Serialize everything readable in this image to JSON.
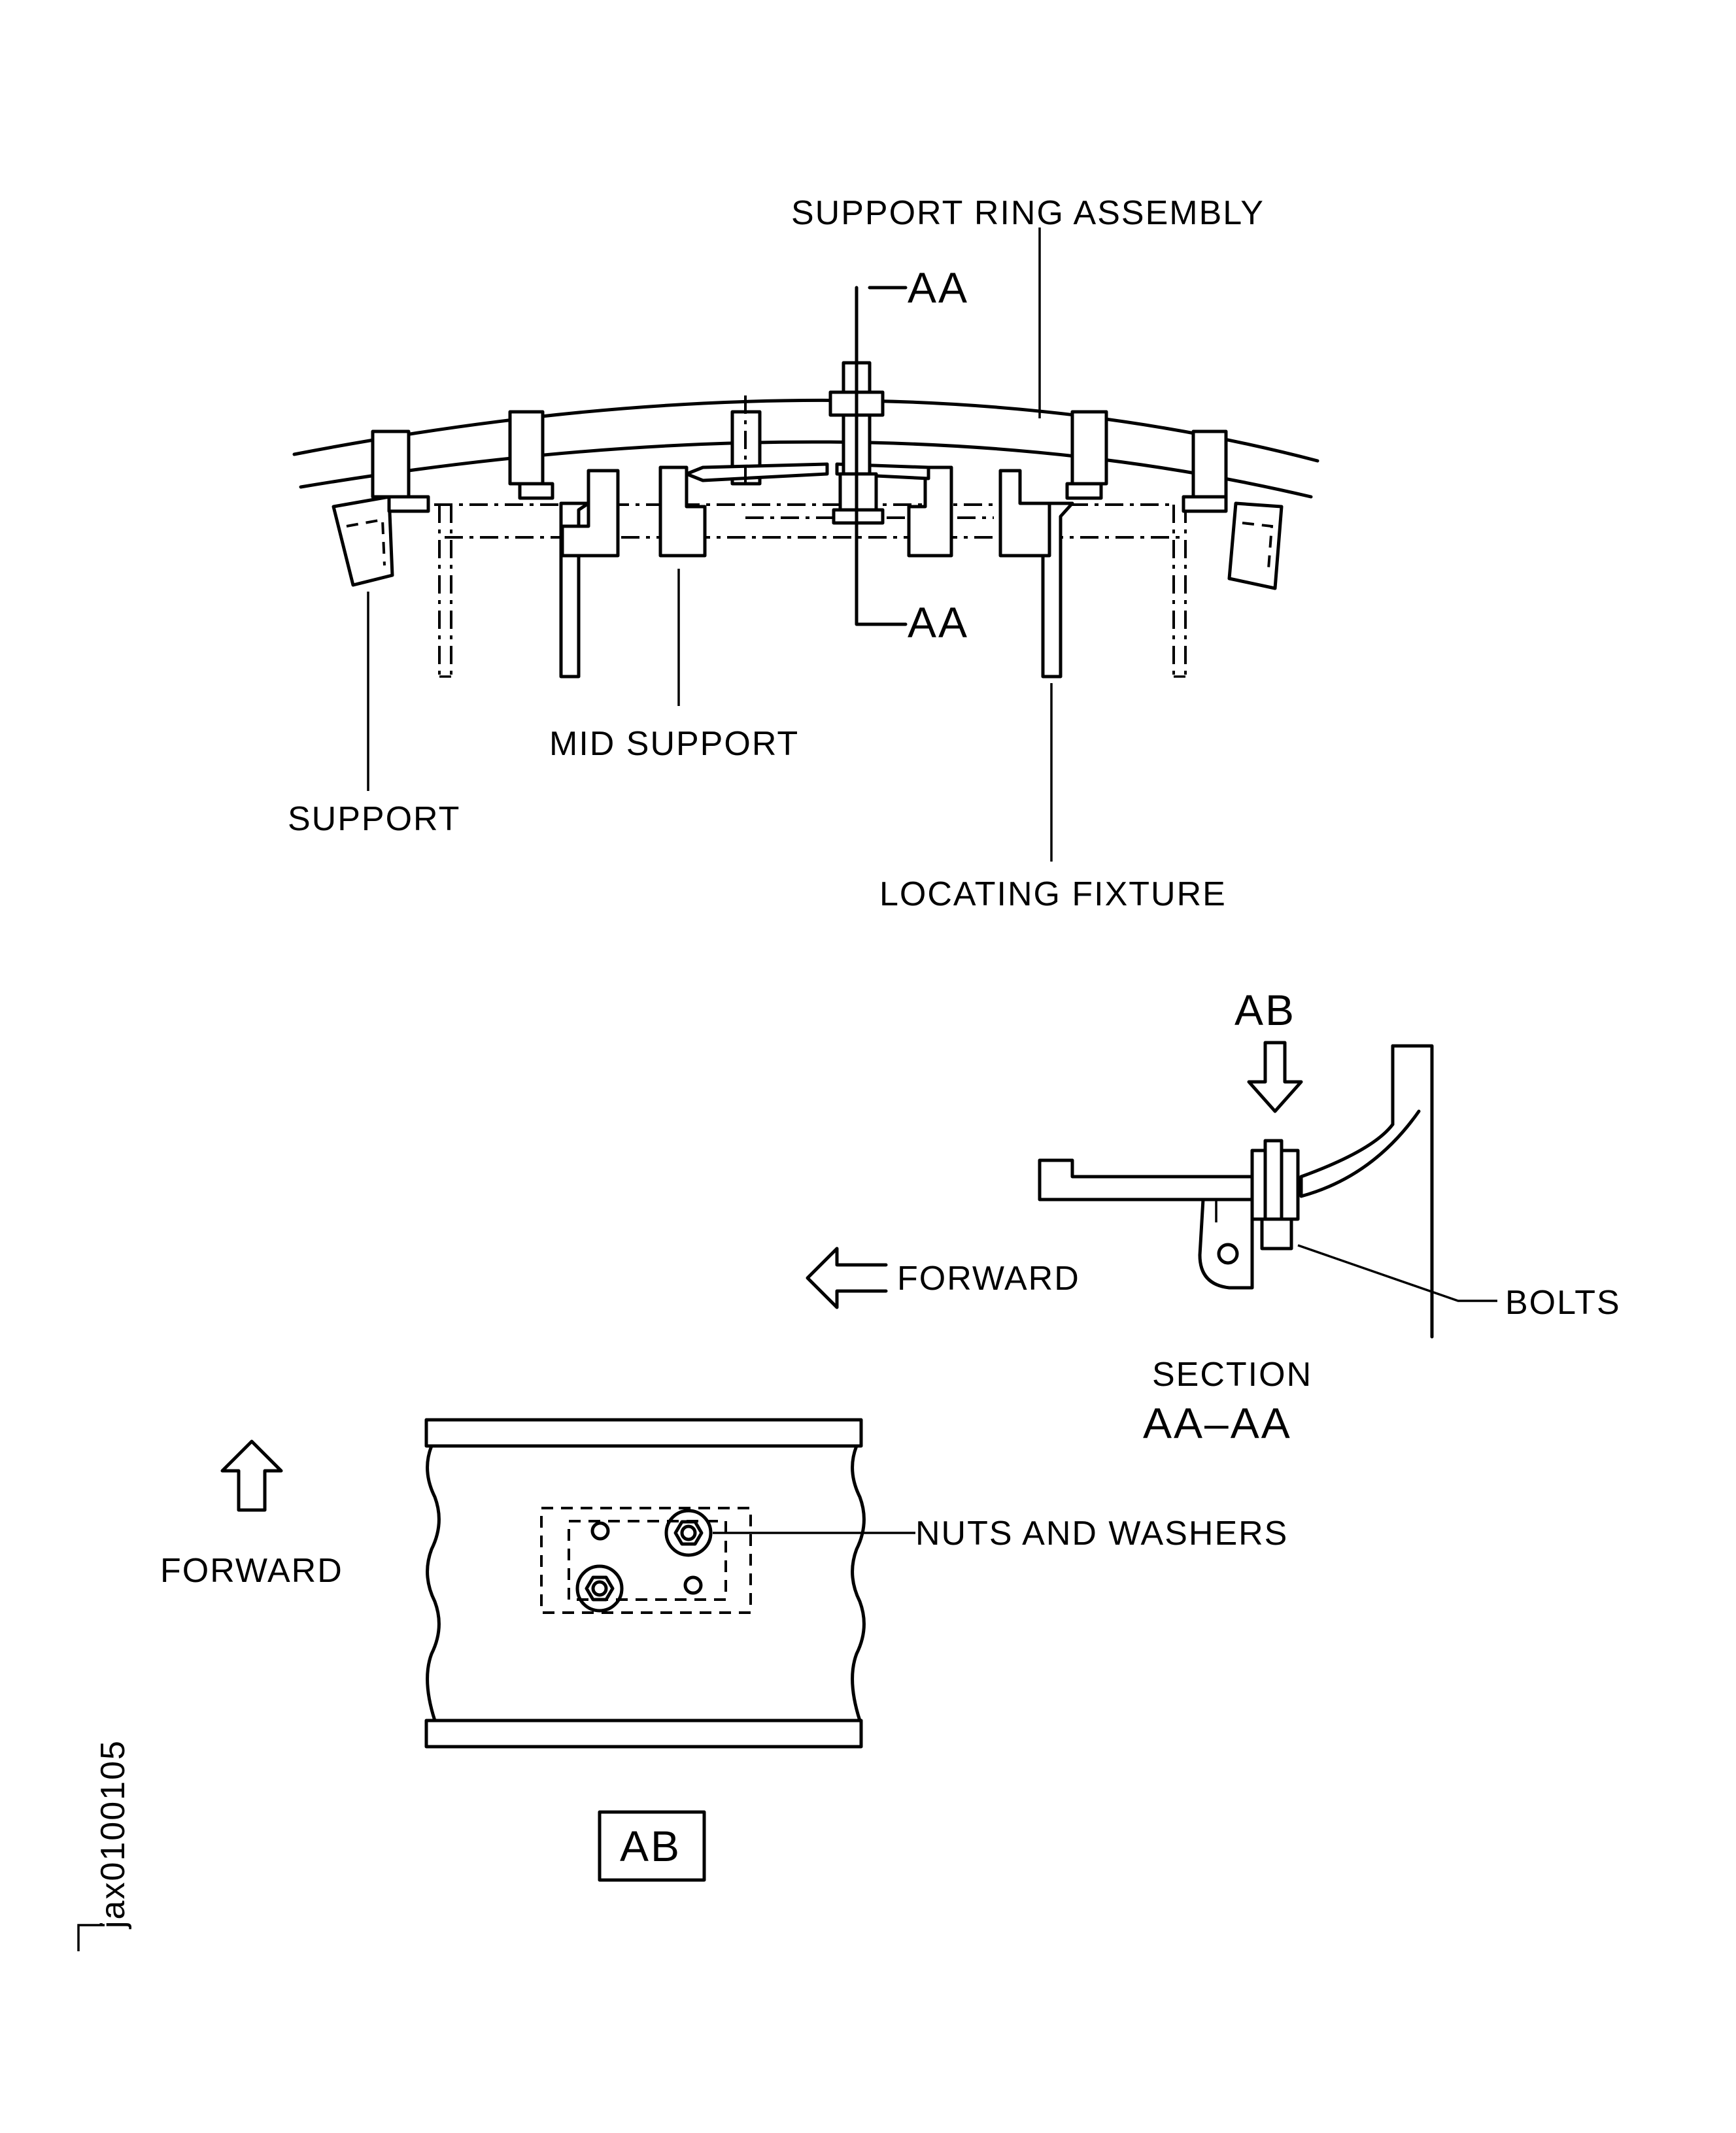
{
  "labels": {
    "support_ring_assembly": "SUPPORT RING ASSEMBLY",
    "aa_top": "AA",
    "aa_bottom": "AA",
    "mid_support": "MID SUPPORT",
    "support": "SUPPORT",
    "locating_fixture": "LOCATING FIXTURE",
    "ab_view_arrow": "AB",
    "forward_left": "FORWARD",
    "bolts": "BOLTS",
    "section_line1": "SECTION",
    "section_line2": "AA–AA",
    "forward_up": "FORWARD",
    "nuts_and_washers": "NUTS AND WASHERS",
    "ab_box": "AB",
    "figure_id": "jax0100105"
  },
  "icons": {
    "forward_left_arrow": "arrow-left-outline",
    "forward_up_arrow": "arrow-up-outline",
    "view_arrow": "arrow-down-outline"
  }
}
